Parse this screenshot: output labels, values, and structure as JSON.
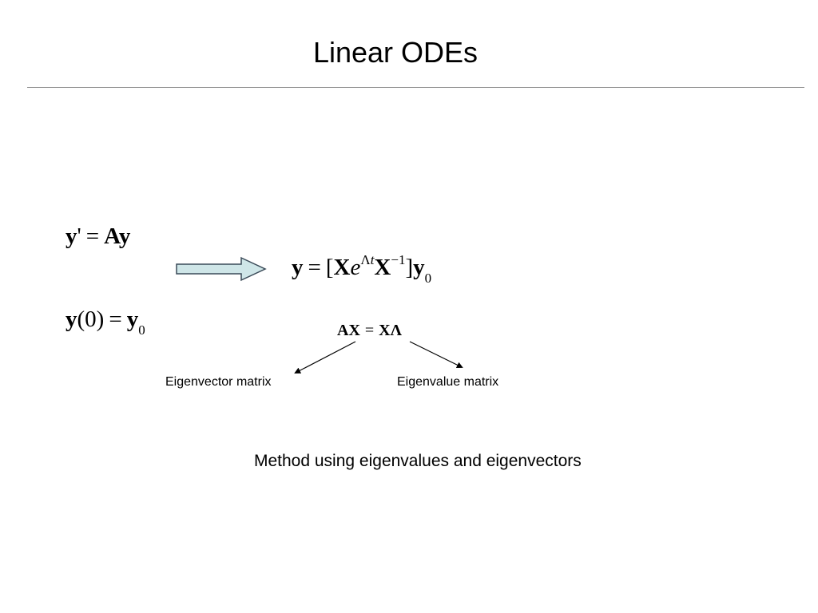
{
  "slide": {
    "title": "Linear ODEs"
  },
  "equations": {
    "ode": {
      "lhs": "y",
      "prime": "'",
      "equals": "=",
      "matrix": "A",
      "vector": "y"
    },
    "initial": {
      "lhs": "y",
      "arg": "(0)",
      "equals": "=",
      "rhs": "y",
      "rhs_sub": "0"
    },
    "solution": {
      "lhs": "y",
      "equals": "=",
      "open_bracket": "[",
      "x1": "X",
      "exp_base": "e",
      "exp_power_lambda": "Λ",
      "exp_power_t": "t",
      "x2": "X",
      "inv_power": "−1",
      "close_bracket": "]",
      "rhs": "y",
      "rhs_sub": "0"
    },
    "eigen": {
      "lhs": "AX",
      "equals": "=",
      "rhs": "XΛ"
    }
  },
  "annotations": {
    "eigenvector_label": "Eigenvector matrix",
    "eigenvalue_label": "Eigenvalue matrix",
    "method_note": "Method using eigenvalues and eigenvectors"
  },
  "colors": {
    "arrow_fill": "#cfe6e8",
    "arrow_stroke": "#3a4a58",
    "rule": "#8c8c8c",
    "text": "#000000"
  },
  "icons": {
    "implication_arrow": "block-right-arrow-icon"
  }
}
